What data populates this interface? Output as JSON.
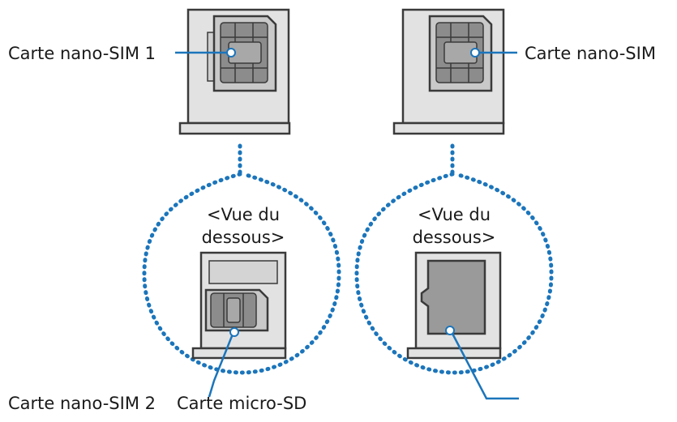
{
  "labels": {
    "sim1": "Carte nano-SIM 1",
    "sim_single": "Carte nano-SIM",
    "sim2": "Carte nano-SIM 2",
    "micro_sd": "Carte micro-SD"
  },
  "bottom_view": {
    "left_line1": "<Vue du",
    "left_line2": "dessous>",
    "right_line1": "<Vue du",
    "right_line2": "dessous>"
  },
  "colors": {
    "accent": "#1b75bb",
    "tray_fill": "#e2e2e2",
    "tray_stroke": "#3a3a3a",
    "chip_fill": "#8c8c8c",
    "card_fill": "#9a9a9a"
  }
}
